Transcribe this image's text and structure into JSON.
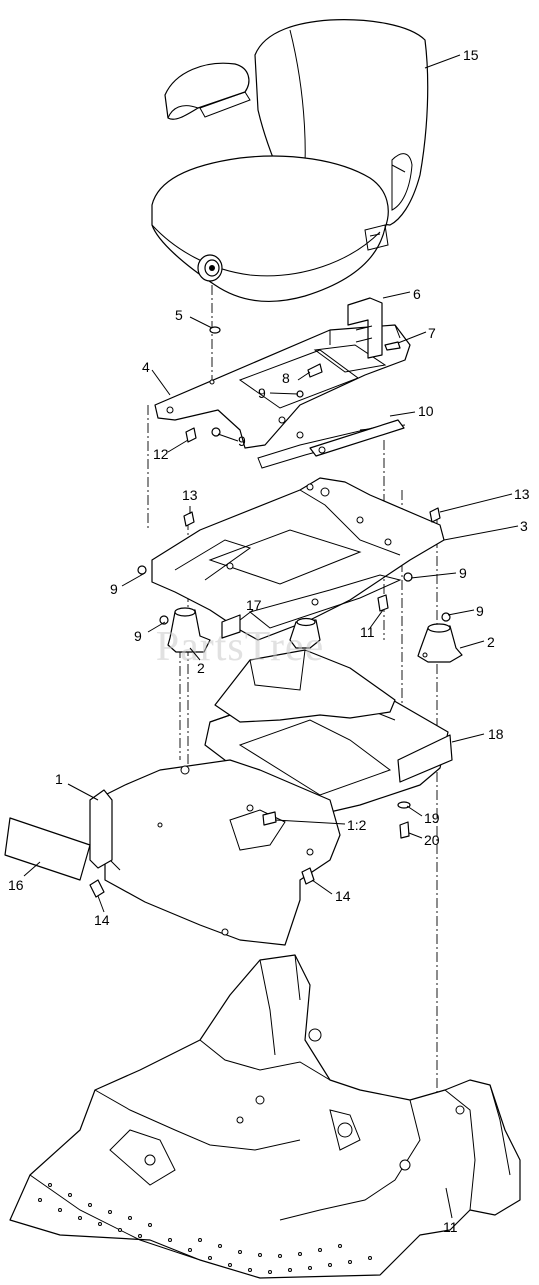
{
  "diagram": {
    "watermark": "PartsTree",
    "callouts": [
      {
        "key": "c15",
        "label": "15"
      },
      {
        "key": "c6",
        "label": "6"
      },
      {
        "key": "c5",
        "label": "5"
      },
      {
        "key": "c7",
        "label": "7"
      },
      {
        "key": "c4",
        "label": "4"
      },
      {
        "key": "c8",
        "label": "8"
      },
      {
        "key": "c9a",
        "label": "9"
      },
      {
        "key": "c10",
        "label": "10"
      },
      {
        "key": "c12",
        "label": "12"
      },
      {
        "key": "c9b",
        "label": "9"
      },
      {
        "key": "c13a",
        "label": "13"
      },
      {
        "key": "c13b",
        "label": "13"
      },
      {
        "key": "c3",
        "label": "3"
      },
      {
        "key": "c9c",
        "label": "9"
      },
      {
        "key": "c9d",
        "label": "9"
      },
      {
        "key": "c17",
        "label": "17"
      },
      {
        "key": "c9e",
        "label": "9"
      },
      {
        "key": "c11a",
        "label": "11"
      },
      {
        "key": "c9f",
        "label": "9"
      },
      {
        "key": "c2a",
        "label": "2"
      },
      {
        "key": "c2b",
        "label": "2"
      },
      {
        "key": "c18",
        "label": "18"
      },
      {
        "key": "c1",
        "label": "1"
      },
      {
        "key": "c19",
        "label": "19"
      },
      {
        "key": "c12b",
        "label": "1:2"
      },
      {
        "key": "c20",
        "label": "20"
      },
      {
        "key": "c16",
        "label": "16"
      },
      {
        "key": "c14a",
        "label": "14"
      },
      {
        "key": "c14b",
        "label": "14"
      },
      {
        "key": "c11b",
        "label": "11"
      }
    ]
  }
}
